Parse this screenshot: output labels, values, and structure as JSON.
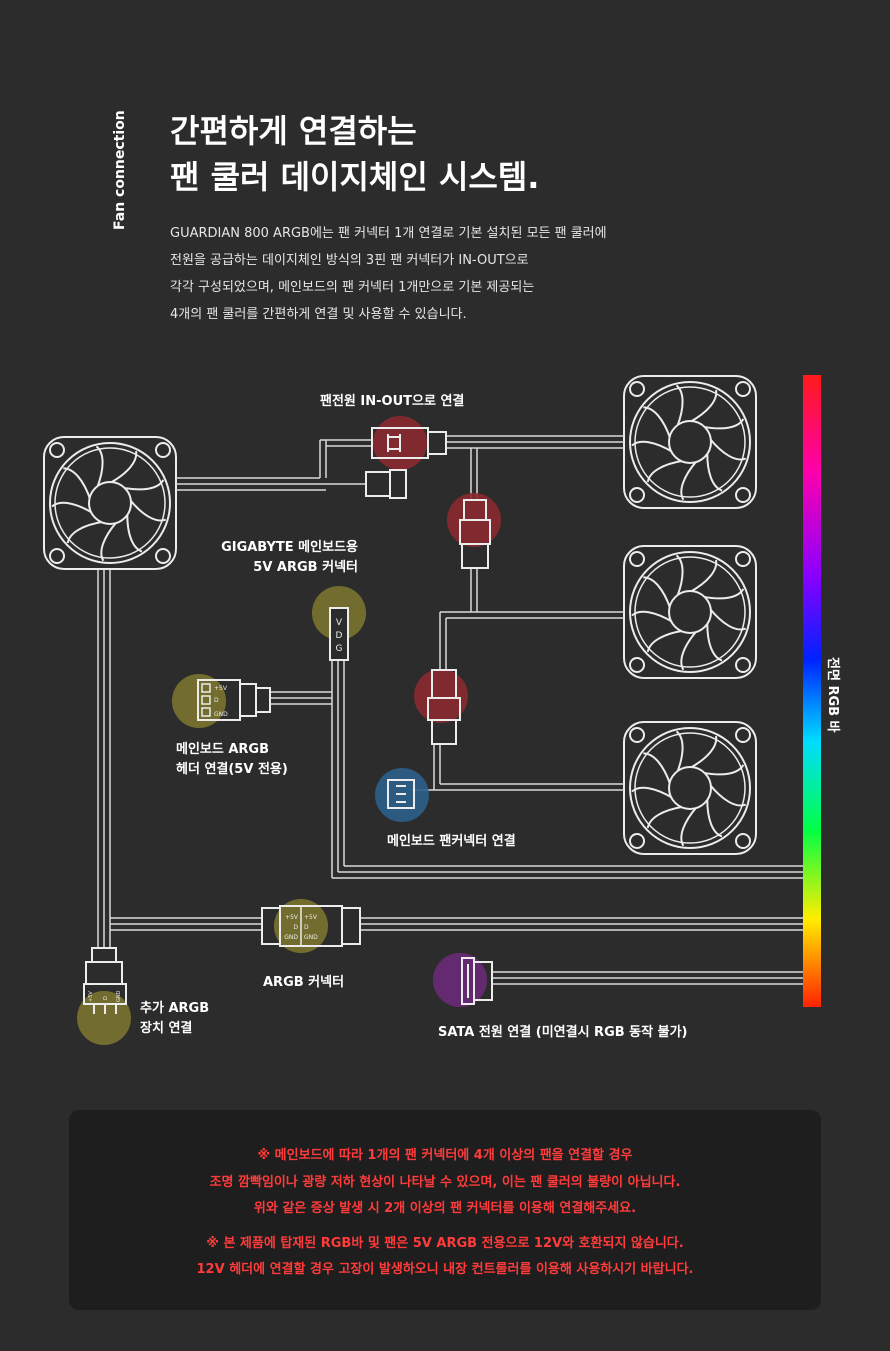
{
  "section_label": "Fan connection",
  "title": {
    "line1": "간편하게 연결하는",
    "line2": "팬 쿨러 데이지체인 시스템."
  },
  "description": [
    "GUARDIAN 800 ARGB에는 팬 커넥터 1개 연결로 기본 설치된 모든 팬 쿨러에",
    "전원을 공급하는 데이지체인 방식의 3핀 팬 커넥터가 IN-OUT으로",
    "각각 구성되었으며, 메인보드의 팬 커넥터 1개만으로 기본 제공되는",
    "4개의 팬 쿨러를 간편하게 연결 및 사용할 수 있습니다."
  ],
  "diagram": {
    "fan_power_label": "팬전원 IN-OUT으로 연결",
    "gigabyte_label_line1": "GIGABYTE 메인보드용",
    "gigabyte_label_line2": "5V ARGB 커넥터",
    "vdg_pins": [
      "V",
      "D",
      "G"
    ],
    "argb_header_label_line1": "메인보드 ARGB",
    "argb_header_label_line2": "헤더 연결(5V 전용)",
    "header_pins": [
      "+5V",
      "D",
      "GND"
    ],
    "mb_fan_label": "메인보드 팬커넥터 연결",
    "argb_connector_label": "ARGB 커넥터",
    "argb_connector_pins_left": [
      "+5V",
      "D",
      "GND"
    ],
    "argb_connector_pins_right": [
      "+5V",
      "D",
      "GND"
    ],
    "extra_argb_label_line1": "추가 ARGB",
    "extra_argb_label_line2": "장치 연결",
    "extra_pins": [
      "+5V",
      "D",
      "GND"
    ],
    "sata_label": "SATA 전원 연결 (미연결시 RGB 동작 불가)",
    "rgb_bar_label": "전면 RGB 바"
  },
  "colors": {
    "background": "#2c2c2c",
    "line": "#d9d9d9",
    "red_marker": "#8a2a30",
    "yellow_marker": "#7a7430",
    "blue_marker": "#2e5f8a",
    "purple_marker": "#6a2a78",
    "notice_text": "#ff3b3b",
    "notice_bg": "#1e1e1e"
  },
  "notice": {
    "lines1": [
      "※ 메인보드에 따라 1개의 팬 커넥터에 4개 이상의 팬을 연결할 경우",
      "조명 깜빡임이나 광량 저하 현상이 나타날 수 있으며, 이는 팬 쿨러의 불량이 아닙니다.",
      "위와 같은 증상 발생 시 2개 이상의 팬 커넥터를 이용해 연결해주세요."
    ],
    "lines2": [
      "※ 본 제품에 탑재된 RGB바 및 팬은 5V ARGB 전용으로 12V와 호환되지 않습니다.",
      "12V 헤더에 연결할 경우 고장이 발생하오니 내장 컨트롤러를 이용해 사용하시기 바랍니다."
    ]
  }
}
